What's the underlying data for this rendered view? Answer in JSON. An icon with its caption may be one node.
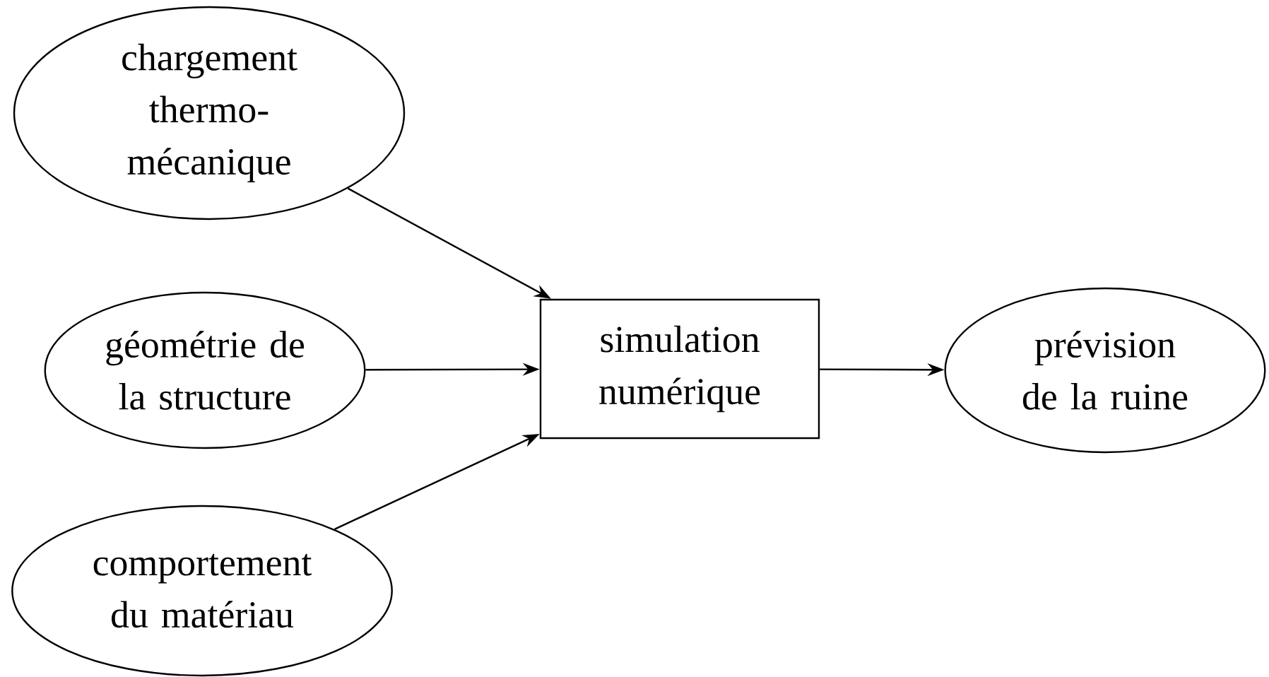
{
  "diagram": {
    "nodes": [
      {
        "text": [
          "chargement thermo-mécanique"
        ]
      },
      {
        "text": [
          "géométrie de la structure"
        ]
      },
      {
        "text": [
          "comportement du matériau"
        ]
      },
      {
        "text": [
          "simulation numérique"
        ]
      },
      {
        "text": [
          "prévision de la ruine"
        ]
      }
    ],
    "edges": [
      {
        "from": 0,
        "to": 3,
        "arrow": "to"
      },
      {
        "from": 1,
        "to": 3,
        "arrow": "to"
      },
      {
        "from": 2,
        "to": 3,
        "arrow": "to"
      },
      {
        "from": 3,
        "to": 4,
        "arrow": "to"
      }
    ]
  }
}
